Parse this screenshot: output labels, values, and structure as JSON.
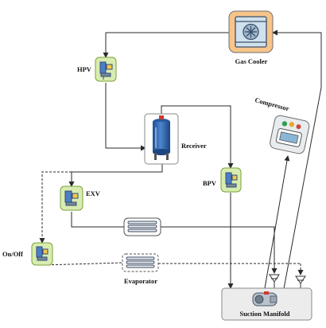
{
  "labels": {
    "gas_cooler": "Gas Cooler",
    "hpv": "HPV",
    "receiver": "Receiver",
    "compressor": "Compressor",
    "bpv": "BPV",
    "exv": "EXV",
    "on_off": "On/Off",
    "evaporator": "Evaporator",
    "suction_manifold": "Suction Manifold"
  },
  "colors": {
    "line": "#2a2a2a",
    "valve_fill": "#d9ecb0",
    "valve_stroke": "#7aa23a",
    "gas_cooler_fill": "#f7c48a",
    "receiver_blue": "#3a6fb5",
    "compressor_fill": "#e9ecef",
    "manifold_fill": "#ececec"
  }
}
